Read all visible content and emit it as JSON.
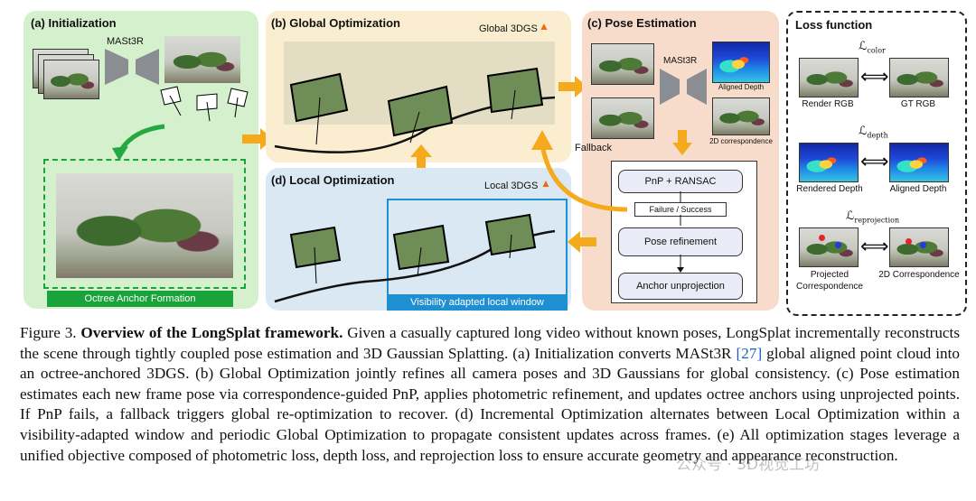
{
  "figure": {
    "panels": {
      "a": {
        "title": "(a) Initialization",
        "model_label": "MASt3R",
        "banner": "Octree Anchor Formation"
      },
      "b": {
        "title": "(b) Global Optimization",
        "tag": "Global 3DGS"
      },
      "c": {
        "title": "(c) Pose Estimation",
        "model_label": "MASt3R",
        "aligned_depth": "Aligned Depth",
        "correspondence": "2D correspondence",
        "fallback": "Fallback",
        "flow": [
          "PnP + RANSAC",
          "Failure / Success",
          "Pose refinement",
          "Anchor unprojection"
        ]
      },
      "d": {
        "title": "(d) Local Optimization",
        "tag": "Local 3DGS",
        "banner": "Visibility adapted local window"
      },
      "e": {
        "title": "Loss function",
        "color_loss": "color",
        "depth_loss": "depth",
        "reproj_loss": "reprojection",
        "render_rgb": "Render RGB",
        "gt_rgb": "GT RGB",
        "rendered_depth": "Rendered Depth",
        "aligned_depth": "Aligned Depth",
        "projected": "Projected Correspondence",
        "corr2d": "2D Correspondence"
      }
    },
    "colors": {
      "panel_a": "#d5f0cc",
      "panel_b": "#fbeed0",
      "panel_c": "#f8dccb",
      "panel_d": "#d9e8f3",
      "arrow_green": "#24a840",
      "arrow_orange": "#f5a91c",
      "banner_green": "#1aa33a",
      "banner_blue": "#1e8fd1"
    }
  },
  "caption": {
    "label": "Figure 3.",
    "title": "Overview of the LongSplat framework.",
    "text1": " Given a casually captured long video without known poses, LongSplat incrementally reconstructs the scene through tightly coupled pose estimation and 3D Gaussian Splatting. (a) Initialization converts MASt3R ",
    "cite": "[27]",
    "text2": " global aligned point cloud into an octree-anchored 3DGS. (b) Global Optimization jointly refines all camera poses and 3D Gaussians for global consistency. (c) Pose estimation estimates each new frame pose via correspondence-guided PnP, applies photometric refinement, and updates octree anchors using unprojected points. If PnP fails, a fallback triggers global re-optimization to recover. (d) Incremental Optimization alternates between Local Optimization within a visibility-adapted window and periodic Global Optimization to propagate consistent updates across frames. (e) All optimization stages leverage a unified objective composed of photometric loss, depth loss, and reprojection loss to ensure accurate geometry and appearance reconstruction."
  },
  "watermark": "公众号 · 3D视觉工坊"
}
